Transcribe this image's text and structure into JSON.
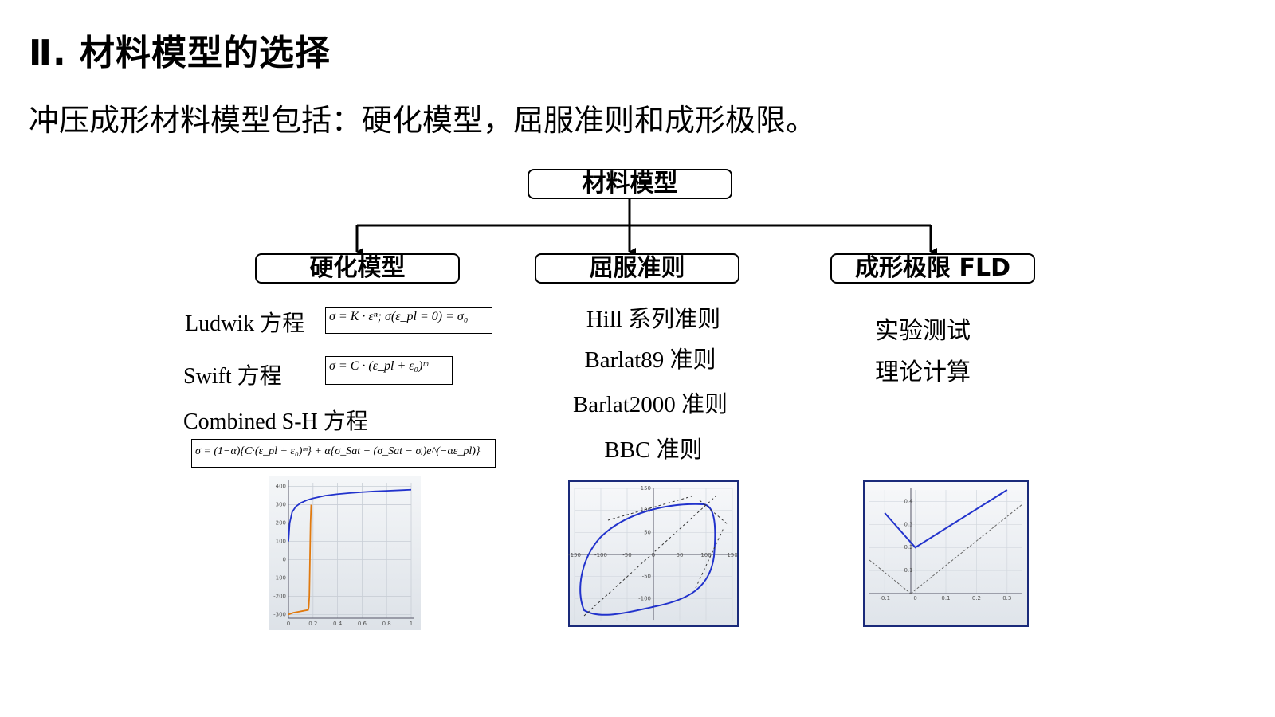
{
  "title": "Ⅱ. 材料模型的选择",
  "subtitle": "冲压成形材料模型包括：硬化模型，屈服准则和成形极限。",
  "tree": {
    "root": "材料模型",
    "children": [
      "硬化模型",
      "屈服准则",
      "成形极限 FLD"
    ]
  },
  "hardening": {
    "ludwik_label": "Ludwik 方程",
    "ludwik_formula": "σ = K · εⁿ; σ(ε_pl = 0) = σ₀",
    "swift_label": "Swift 方程",
    "swift_formula": "σ = C · (ε_pl + ε₀)ᵐ",
    "combined_label": "Combined S-H 方程",
    "combined_formula": "σ = (1−α){C·(ε_pl + ε₀)ᵐ} + α{σ_Sat − (σ_Sat − σᵢ)e^(−αε_pl)}"
  },
  "yield_criteria": [
    "Hill 系列准则",
    "Barlat89 准则",
    "Barlat2000 准则",
    "BBC 准则"
  ],
  "fld_methods": [
    "实验测试",
    "理论计算"
  ],
  "colors": {
    "blue_curve": "#2233cc",
    "orange_curve": "#e07a10",
    "frame_blue": "#1a2a7a"
  },
  "chart_data": [
    {
      "type": "line",
      "y_ticks": [
        "400",
        "300",
        "200",
        "100",
        "0",
        "-100",
        "-200",
        "-300"
      ],
      "x_ticks": [
        "0",
        "0.2",
        "0.4",
        "0.6",
        "0.8",
        "1"
      ],
      "series": [
        {
          "x": [
            0,
            0.01,
            0.03,
            0.06,
            0.1,
            0.15,
            0.2,
            0.3,
            0.4,
            0.5,
            0.6,
            0.7,
            0.8,
            0.9,
            1.0
          ],
          "y": [
            100,
            200,
            260,
            290,
            310,
            325,
            335,
            350,
            358,
            364,
            369,
            373,
            376,
            379,
            382
          ]
        },
        {
          "x": [
            0,
            0.04,
            0.08,
            0.12,
            0.16,
            0.165,
            0.17,
            0.175,
            0.18,
            0.185
          ],
          "y": [
            -300,
            -290,
            -285,
            -280,
            -275,
            -260,
            -200,
            0,
            200,
            300
          ]
        }
      ],
      "ylim": [
        -320,
        420
      ],
      "xlim": [
        0,
        1
      ]
    },
    {
      "type": "line",
      "x_ticks": [
        "-150",
        "-100",
        "-50",
        "0",
        "50",
        "100",
        "150"
      ],
      "y_ticks": [
        "150",
        "100",
        "50",
        "-50",
        "-100"
      ],
      "xlim": [
        -150,
        150
      ],
      "ylim": [
        -150,
        150
      ]
    },
    {
      "type": "line",
      "x_ticks": [
        "-0.1",
        "0",
        "0.1",
        "0.2",
        "0.3"
      ],
      "y_ticks": [
        "0.4",
        "0.3",
        "0.2",
        "0.1"
      ],
      "series": [
        {
          "x": [
            -0.1,
            0,
            0.3
          ],
          "y": [
            0.35,
            0.2,
            0.45
          ]
        }
      ],
      "xlim": [
        -0.15,
        0.35
      ],
      "ylim": [
        0,
        0.45
      ]
    }
  ]
}
